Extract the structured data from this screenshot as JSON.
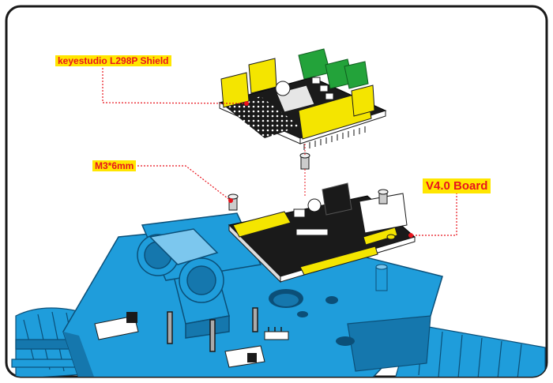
{
  "labels": {
    "shield": "keyestudio L298P Shield",
    "screw": "M3*6mm",
    "board": "V4.0 Board"
  },
  "colors": {
    "frame": "#1a1a1a",
    "chassis": "#1f9ddb",
    "chassis_dark": "#1577ad",
    "pcb": "#1a1a1a",
    "header": "#f4e500",
    "terminal": "#23a33a",
    "leader": "#e8141d",
    "label_bg": "#ffe600",
    "label_text": "#e8141d"
  },
  "icons": [
    "screw-icon",
    "ultrasonic-sensor-icon",
    "tank-track-icon"
  ]
}
